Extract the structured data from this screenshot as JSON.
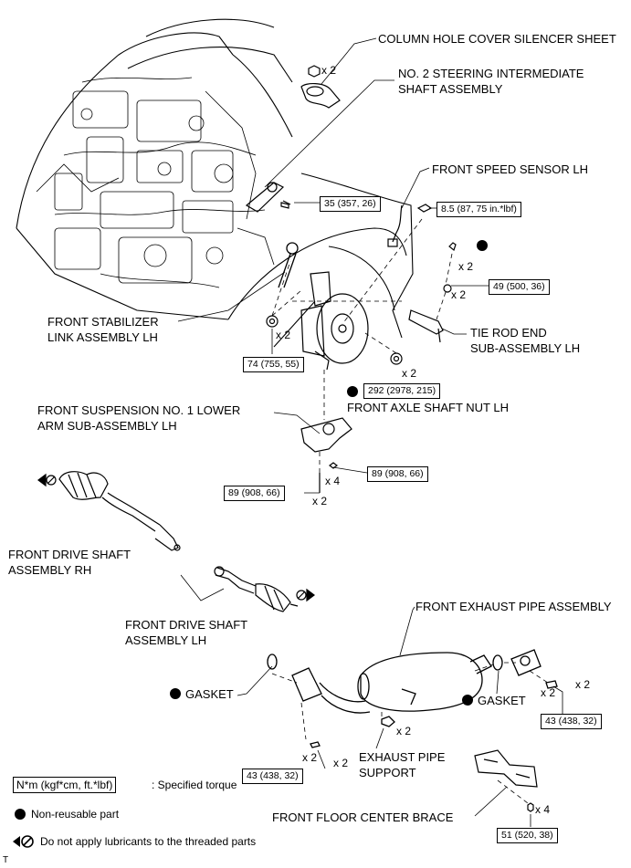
{
  "labels": {
    "column_hole_cover": "COLUMN HOLE COVER SILENCER SHEET",
    "no2_steering_line1": "NO. 2 STEERING INTERMEDIATE",
    "no2_steering_line2": "SHAFT ASSEMBLY",
    "front_speed_sensor": "FRONT SPEED SENSOR LH",
    "front_stabilizer_line1": "FRONT STABILIZER",
    "front_stabilizer_line2": "LINK ASSEMBLY LH",
    "tie_rod_line1": "TIE ROD END",
    "tie_rod_line2": "SUB-ASSEMBLY LH",
    "front_axle_nut": "FRONT AXLE SHAFT NUT LH",
    "lower_arm_line1": "FRONT SUSPENSION NO. 1 LOWER",
    "lower_arm_line2": "ARM SUB-ASSEMBLY LH",
    "drive_rh_line1": "FRONT DRIVE SHAFT",
    "drive_rh_line2": "ASSEMBLY RH",
    "drive_lh_line1": "FRONT DRIVE SHAFT",
    "drive_lh_line2": "ASSEMBLY LH",
    "exhaust_pipe": "FRONT EXHAUST PIPE ASSEMBLY",
    "gasket_left": "GASKET",
    "gasket_right": "GASKET",
    "exhaust_support_line1": "EXHAUST PIPE",
    "exhaust_support_line2": "SUPPORT",
    "floor_brace": "FRONT FLOOR CENTER BRACE"
  },
  "torques": {
    "t35": "35 (357, 26)",
    "t8_5": "8.5 (87, 75 in.*lbf)",
    "t49": "49 (500, 36)",
    "t74": "74 (755, 55)",
    "t292": "292 (2978, 215)",
    "t89_right": "89 (908, 66)",
    "t89_left": "89 (908, 66)",
    "t43_right": "43 (438, 32)",
    "t43_left": "43 (438, 32)",
    "t51": "51 (520, 38)"
  },
  "multipliers": {
    "column_x2": "x 2",
    "tie_rod_bolt_x2": "x 2",
    "tie_rod_nut_x2": "x 2",
    "stabilizer_x2": "x 2",
    "axle_x2": "x 2",
    "lower_arm_x4": "x 4",
    "lower_arm_bolt_x2": "x 2",
    "exhaust_right_x2a": "x 2",
    "exhaust_right_x2b": "x 2",
    "support_x2": "x 2",
    "exhaust_left_x2a": "x 2",
    "exhaust_left_x2b": "x 2",
    "brace_x4": "x 4"
  },
  "legend": {
    "torque_unit": "N*m (kgf*cm, ft.*lbf)",
    "torque_desc": ": Specified torque",
    "nonreusable": "Non-reusable part",
    "no_lubricant": "Do not apply lubricants to the threaded parts"
  },
  "corner_mark": "T"
}
